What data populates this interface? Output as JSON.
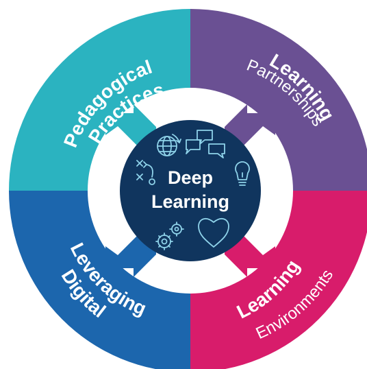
{
  "center": {
    "line1": "Deep",
    "line2": "Learning"
  },
  "quadrants": [
    {
      "id": "top-left",
      "line1": "Pedagogical",
      "line2": "Practices",
      "color": "#2bb3c0"
    },
    {
      "id": "top-right",
      "line1": "Learning",
      "line2": "Partnerships",
      "color": "#6a5093"
    },
    {
      "id": "bottom-left",
      "line1": "Leveraging",
      "line2": "Digital",
      "color": "#1c66ad"
    },
    {
      "id": "bottom-right",
      "line1": "Learning",
      "line2": "Environments",
      "color": "#d81c6b"
    }
  ],
  "colors": {
    "center": "#10355e",
    "icons": "#8fd3ea",
    "ring_gap": "#ffffff"
  },
  "icons": [
    "globe-icon",
    "speech-bubbles-icon",
    "play-diagram-icon",
    "lightbulb-icon",
    "gears-icon",
    "heart-icon"
  ]
}
